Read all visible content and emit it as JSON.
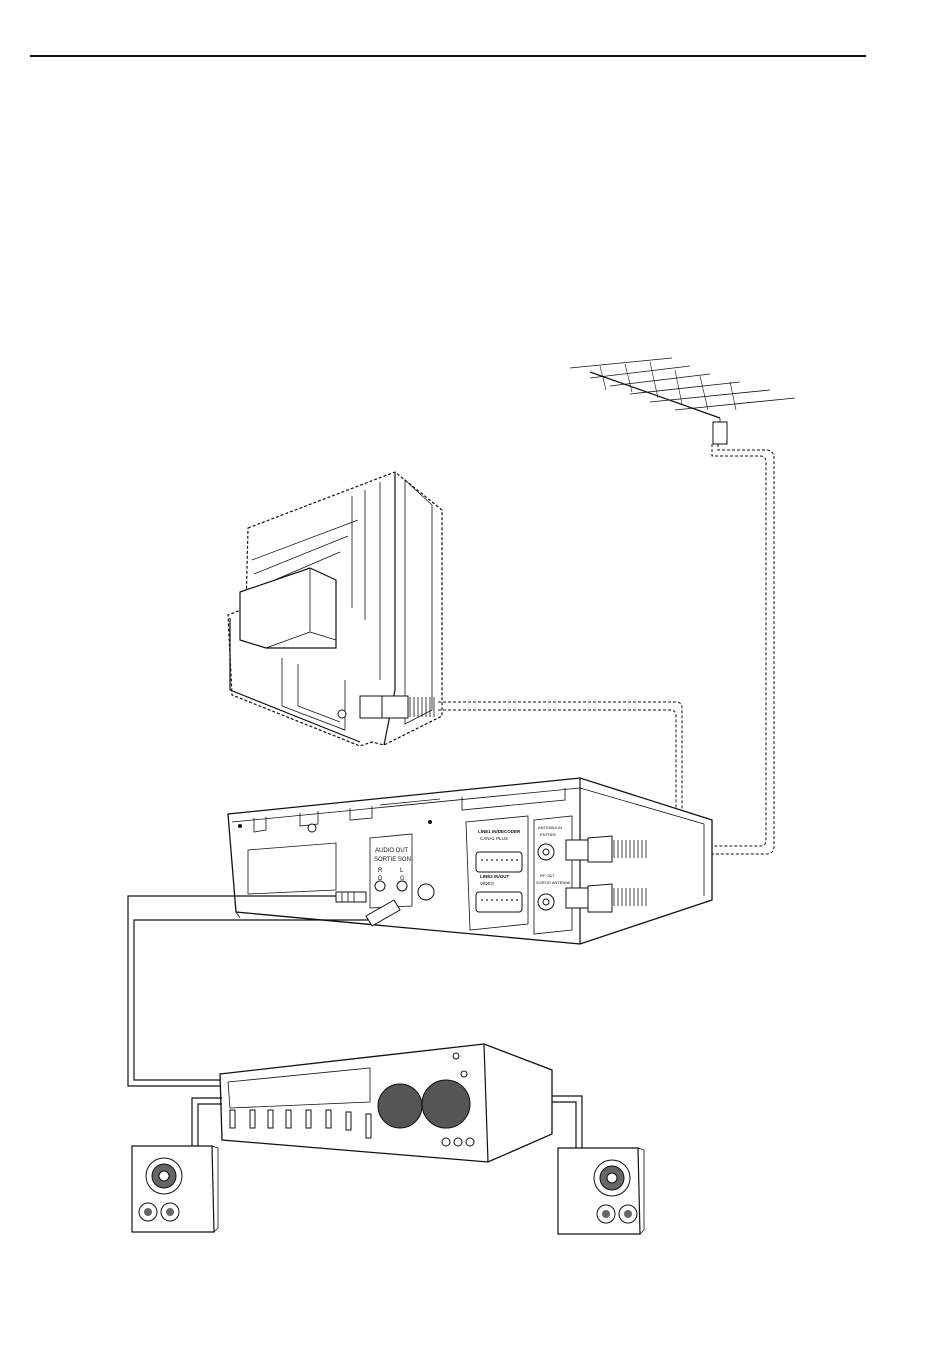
{
  "vcr_panel": {
    "audio_out_label": "AUDIO OUT",
    "sortie_son_label": "SORTIE SON",
    "right_label_1": "R",
    "right_label_2": "D",
    "left_label_1": "L",
    "left_label_2": "G",
    "scart1_label_line1": "LINE1 IN/DECODER",
    "scart1_label_line2": "CANAL PLUS",
    "scart2_label_line1": "LINE2 IN/OUT",
    "scart2_label_line2": "VIDEO",
    "antenna_in_label_line1": "ANTENNA IN",
    "antenna_in_label_line2": "ENTREE",
    "rf_out_label_line1": "RF OUT",
    "rf_out_label_line2": "SORTIE ANTENNE"
  }
}
